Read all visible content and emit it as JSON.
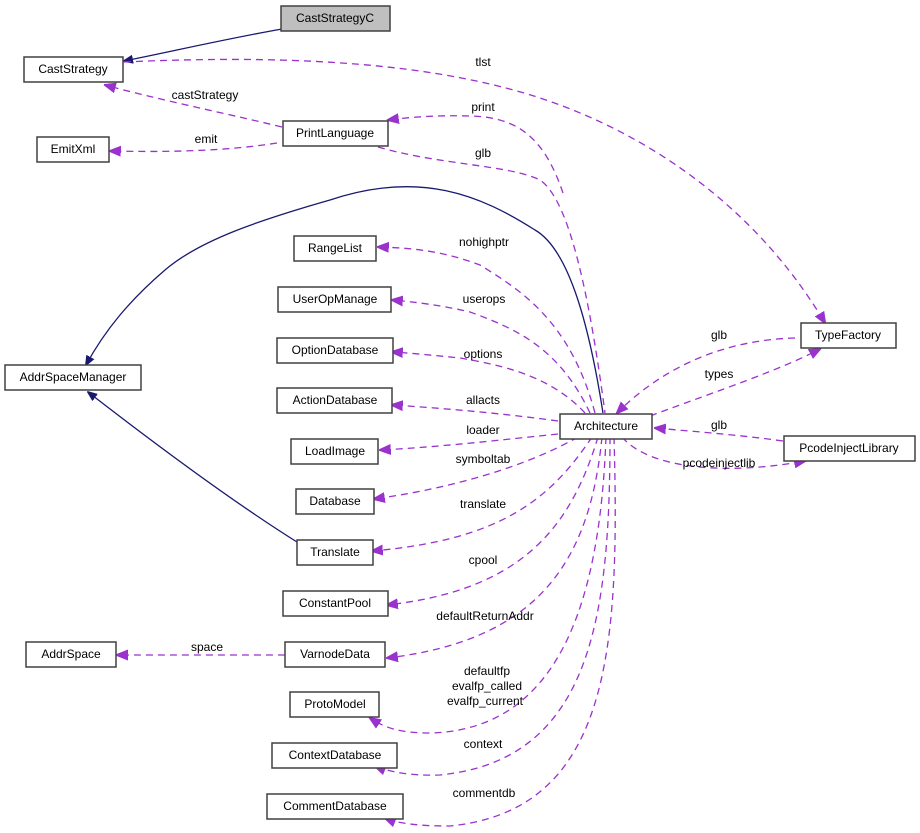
{
  "diagram": {
    "type": "collaboration-graph",
    "colors": {
      "inheritance_edge": "#191970",
      "usage_edge": "#9a32cd",
      "highlight_node_fill": "#bfbfbf",
      "node_border": "#404040"
    },
    "nodes": {
      "CastStrategyC": "CastStrategyC",
      "CastStrategy": "CastStrategy",
      "EmitXml": "EmitXml",
      "PrintLanguage": "PrintLanguage",
      "AddrSpaceManager": "AddrSpaceManager",
      "RangeList": "RangeList",
      "UserOpManage": "UserOpManage",
      "OptionDatabase": "OptionDatabase",
      "ActionDatabase": "ActionDatabase",
      "LoadImage": "LoadImage",
      "Database": "Database",
      "Translate": "Translate",
      "ConstantPool": "ConstantPool",
      "AddrSpace": "AddrSpace",
      "VarnodeData": "VarnodeData",
      "ProtoModel": "ProtoModel",
      "ContextDatabase": "ContextDatabase",
      "CommentDatabase": "CommentDatabase",
      "Architecture": "Architecture",
      "TypeFactory": "TypeFactory",
      "PcodeInjectLibrary": "PcodeInjectLibrary"
    },
    "edge_labels": {
      "tlst": "tlst",
      "castStrategy": "castStrategy",
      "print": "print",
      "emit": "emit",
      "glb_print": "glb",
      "nohighptr": "nohighptr",
      "userops": "userops",
      "options": "options",
      "allacts": "allacts",
      "loader": "loader",
      "symboltab": "symboltab",
      "translate": "translate",
      "cpool": "cpool",
      "defaultReturnAddr": "defaultReturnAddr",
      "space": "space",
      "proto1": "defaultfp",
      "proto2": "evalfp_called",
      "proto3": "evalfp_current",
      "context": "context",
      "commentdb": "commentdb",
      "glb_types": "glb",
      "types": "types",
      "glb_pcode": "glb",
      "pcodeinjectlib": "pcodeinjectlib"
    }
  }
}
